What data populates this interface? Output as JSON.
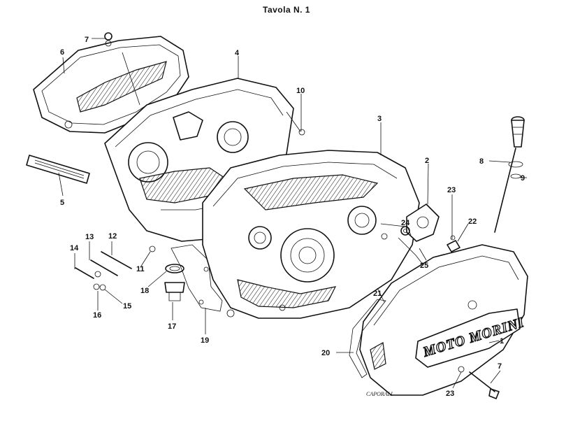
{
  "title": "Tavola N. 1",
  "signature": "CAPORALI",
  "cover_brand": "MOTO MORINI",
  "callouts": [
    {
      "id": "c1",
      "text": "1"
    },
    {
      "id": "c2",
      "text": "2"
    },
    {
      "id": "c3",
      "text": "3"
    },
    {
      "id": "c4",
      "text": "4"
    },
    {
      "id": "c5",
      "text": "5"
    },
    {
      "id": "c6",
      "text": "6"
    },
    {
      "id": "c7a",
      "text": "7"
    },
    {
      "id": "c7b",
      "text": "7"
    },
    {
      "id": "c8",
      "text": "8"
    },
    {
      "id": "c9",
      "text": "9"
    },
    {
      "id": "c10",
      "text": "10"
    },
    {
      "id": "c11",
      "text": "11"
    },
    {
      "id": "c12",
      "text": "12"
    },
    {
      "id": "c13",
      "text": "13"
    },
    {
      "id": "c14",
      "text": "14"
    },
    {
      "id": "c15",
      "text": "15"
    },
    {
      "id": "c16",
      "text": "16"
    },
    {
      "id": "c17",
      "text": "17"
    },
    {
      "id": "c18",
      "text": "18"
    },
    {
      "id": "c19",
      "text": "19"
    },
    {
      "id": "c20",
      "text": "20"
    },
    {
      "id": "c21",
      "text": "21"
    },
    {
      "id": "c22",
      "text": "22"
    },
    {
      "id": "c23a",
      "text": "23"
    },
    {
      "id": "c23b",
      "text": "23"
    },
    {
      "id": "c24",
      "text": "24"
    },
    {
      "id": "c25",
      "text": "25"
    }
  ]
}
